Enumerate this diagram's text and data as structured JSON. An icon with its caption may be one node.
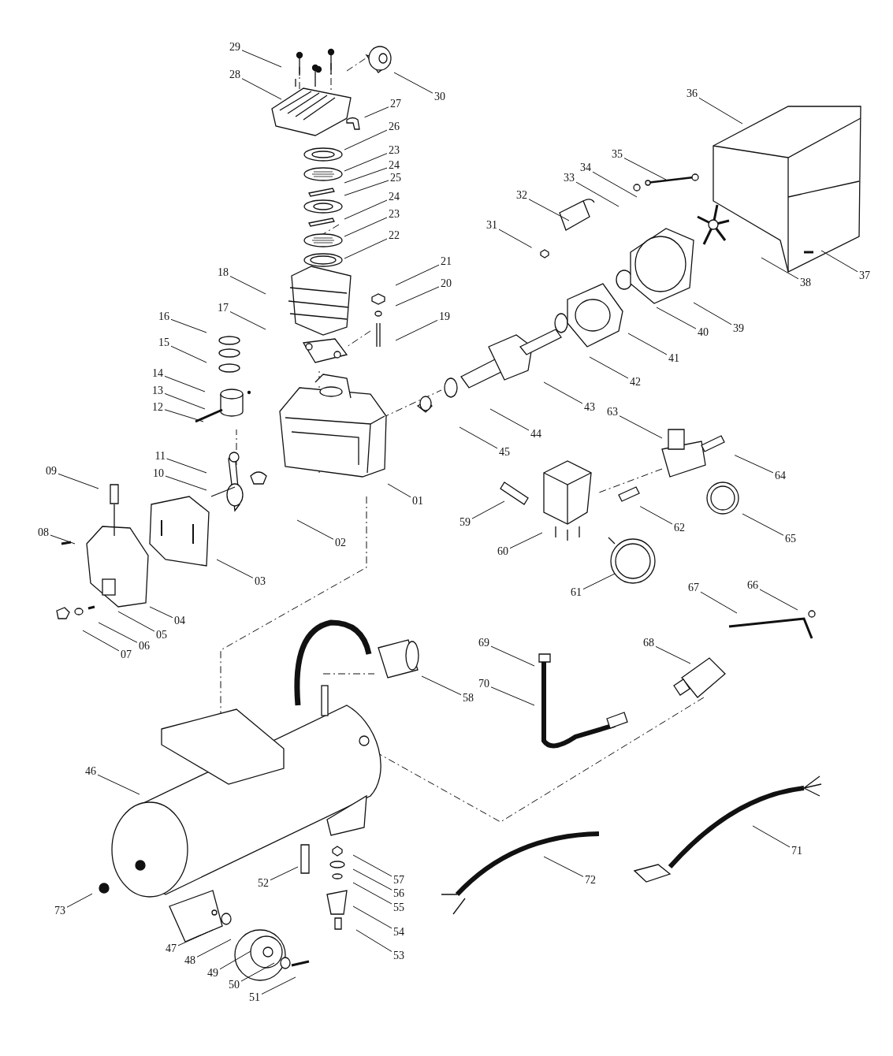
{
  "diagram": {
    "nodes": [
      {
        "text": [
          "29"
        ]
      },
      {
        "text": [
          "28"
        ]
      },
      {
        "text": [
          "30"
        ]
      },
      {
        "text": [
          "27"
        ]
      },
      {
        "text": [
          "26"
        ]
      },
      {
        "text": [
          "23"
        ]
      },
      {
        "text": [
          "24"
        ]
      },
      {
        "text": [
          "25"
        ]
      },
      {
        "text": [
          "24"
        ]
      },
      {
        "text": [
          "23"
        ]
      },
      {
        "text": [
          "22"
        ]
      },
      {
        "text": [
          "21"
        ]
      },
      {
        "text": [
          "20"
        ]
      },
      {
        "text": [
          "19"
        ]
      },
      {
        "text": [
          "18"
        ]
      },
      {
        "text": [
          "17"
        ]
      },
      {
        "text": [
          "16"
        ]
      },
      {
        "text": [
          "15"
        ]
      },
      {
        "text": [
          "14"
        ]
      },
      {
        "text": [
          "13"
        ]
      },
      {
        "text": [
          "12"
        ]
      },
      {
        "text": [
          "11"
        ]
      },
      {
        "text": [
          "10"
        ]
      },
      {
        "text": [
          "09"
        ]
      },
      {
        "text": [
          "08"
        ]
      },
      {
        "text": [
          "01"
        ]
      },
      {
        "text": [
          "02"
        ]
      },
      {
        "text": [
          "03"
        ]
      },
      {
        "text": [
          "04"
        ]
      },
      {
        "text": [
          "05"
        ]
      },
      {
        "text": [
          "06"
        ]
      },
      {
        "text": [
          "07"
        ]
      },
      {
        "text": [
          "36"
        ]
      },
      {
        "text": [
          "35"
        ]
      },
      {
        "text": [
          "34"
        ]
      },
      {
        "text": [
          "33"
        ]
      },
      {
        "text": [
          "32"
        ]
      },
      {
        "text": [
          "31"
        ]
      },
      {
        "text": [
          "37"
        ]
      },
      {
        "text": [
          "38"
        ]
      },
      {
        "text": [
          "39"
        ]
      },
      {
        "text": [
          "40"
        ]
      },
      {
        "text": [
          "41"
        ]
      },
      {
        "text": [
          "42"
        ]
      },
      {
        "text": [
          "43"
        ]
      },
      {
        "text": [
          "44"
        ]
      },
      {
        "text": [
          "45"
        ]
      },
      {
        "text": [
          "63"
        ]
      },
      {
        "text": [
          "64"
        ]
      },
      {
        "text": [
          "59"
        ]
      },
      {
        "text": [
          "60"
        ]
      },
      {
        "text": [
          "62"
        ]
      },
      {
        "text": [
          "65"
        ]
      },
      {
        "text": [
          "61"
        ]
      },
      {
        "text": [
          "67"
        ]
      },
      {
        "text": [
          "66"
        ]
      },
      {
        "text": [
          "68"
        ]
      },
      {
        "text": [
          "69"
        ]
      },
      {
        "text": [
          "70"
        ]
      },
      {
        "text": [
          "58"
        ]
      },
      {
        "text": [
          "46"
        ]
      },
      {
        "text": [
          "52"
        ]
      },
      {
        "text": [
          "57"
        ]
      },
      {
        "text": [
          "56"
        ]
      },
      {
        "text": [
          "55"
        ]
      },
      {
        "text": [
          "54"
        ]
      },
      {
        "text": [
          "53"
        ]
      },
      {
        "text": [
          "47"
        ]
      },
      {
        "text": [
          "48"
        ]
      },
      {
        "text": [
          "49"
        ]
      },
      {
        "text": [
          "50"
        ]
      },
      {
        "text": [
          "51"
        ]
      },
      {
        "text": [
          "72"
        ]
      },
      {
        "text": [
          "71"
        ]
      },
      {
        "text": [
          "73"
        ]
      }
    ],
    "edges": [
      {
        "from": 0,
        "to": null,
        "arrow": "none"
      },
      {
        "from": 1,
        "to": null,
        "arrow": "none"
      },
      {
        "from": 2,
        "to": null,
        "arrow": "none"
      },
      {
        "from": 3,
        "to": null,
        "arrow": "none"
      },
      {
        "from": 4,
        "to": null,
        "arrow": "none"
      },
      {
        "from": 5,
        "to": null,
        "arrow": "none"
      },
      {
        "from": 6,
        "to": null,
        "arrow": "none"
      },
      {
        "from": 7,
        "to": null,
        "arrow": "none"
      },
      {
        "from": 8,
        "to": null,
        "arrow": "none"
      },
      {
        "from": 9,
        "to": null,
        "arrow": "none"
      },
      {
        "from": 10,
        "to": null,
        "arrow": "none"
      },
      {
        "from": 11,
        "to": null,
        "arrow": "none"
      },
      {
        "from": 12,
        "to": null,
        "arrow": "none"
      },
      {
        "from": 13,
        "to": null,
        "arrow": "none"
      },
      {
        "from": 14,
        "to": null,
        "arrow": "none"
      },
      {
        "from": 15,
        "to": null,
        "arrow": "none"
      },
      {
        "from": 16,
        "to": null,
        "arrow": "none"
      },
      {
        "from": 17,
        "to": null,
        "arrow": "none"
      },
      {
        "from": 18,
        "to": null,
        "arrow": "none"
      },
      {
        "from": 19,
        "to": null,
        "arrow": "none"
      },
      {
        "from": 20,
        "to": null,
        "arrow": "none"
      },
      {
        "from": 21,
        "to": null,
        "arrow": "none"
      },
      {
        "from": 22,
        "to": null,
        "arrow": "none"
      },
      {
        "from": 23,
        "to": null,
        "arrow": "none"
      },
      {
        "from": 24,
        "to": null,
        "arrow": "none"
      },
      {
        "from": 25,
        "to": null,
        "arrow": "none"
      },
      {
        "from": 26,
        "to": null,
        "arrow": "none"
      },
      {
        "from": 27,
        "to": null,
        "arrow": "none"
      },
      {
        "from": 28,
        "to": null,
        "arrow": "none"
      },
      {
        "from": 29,
        "to": null,
        "arrow": "none"
      },
      {
        "from": 30,
        "to": null,
        "arrow": "none"
      },
      {
        "from": 31,
        "to": null,
        "arrow": "none"
      },
      {
        "from": 32,
        "to": null,
        "arrow": "none"
      },
      {
        "from": 33,
        "to": null,
        "arrow": "none"
      },
      {
        "from": 34,
        "to": null,
        "arrow": "none"
      },
      {
        "from": 35,
        "to": null,
        "arrow": "none"
      },
      {
        "from": 36,
        "to": null,
        "arrow": "none"
      },
      {
        "from": 37,
        "to": null,
        "arrow": "none"
      },
      {
        "from": 38,
        "to": null,
        "arrow": "none"
      },
      {
        "from": 39,
        "to": null,
        "arrow": "none"
      },
      {
        "from": 40,
        "to": null,
        "arrow": "none"
      },
      {
        "from": 41,
        "to": null,
        "arrow": "none"
      },
      {
        "from": 42,
        "to": null,
        "arrow": "none"
      },
      {
        "from": 43,
        "to": null,
        "arrow": "none"
      },
      {
        "from": 44,
        "to": null,
        "arrow": "none"
      },
      {
        "from": 45,
        "to": null,
        "arrow": "none"
      },
      {
        "from": 46,
        "to": null,
        "arrow": "none"
      },
      {
        "from": 47,
        "to": null,
        "arrow": "none"
      },
      {
        "from": 48,
        "to": null,
        "arrow": "none"
      },
      {
        "from": 49,
        "to": null,
        "arrow": "none"
      },
      {
        "from": 50,
        "to": null,
        "arrow": "none"
      },
      {
        "from": 51,
        "to": null,
        "arrow": "none"
      },
      {
        "from": 52,
        "to": null,
        "arrow": "none"
      },
      {
        "from": 53,
        "to": null,
        "arrow": "none"
      },
      {
        "from": 54,
        "to": null,
        "arrow": "none"
      },
      {
        "from": 55,
        "to": null,
        "arrow": "none"
      },
      {
        "from": 56,
        "to": null,
        "arrow": "none"
      },
      {
        "from": 57,
        "to": null,
        "arrow": "none"
      },
      {
        "from": 58,
        "to": null,
        "arrow": "none"
      },
      {
        "from": 59,
        "to": null,
        "arrow": "none"
      },
      {
        "from": 60,
        "to": null,
        "arrow": "none"
      },
      {
        "from": 61,
        "to": null,
        "arrow": "none"
      },
      {
        "from": 62,
        "to": null,
        "arrow": "none"
      },
      {
        "from": 63,
        "to": null,
        "arrow": "none"
      },
      {
        "from": 64,
        "to": null,
        "arrow": "none"
      },
      {
        "from": 65,
        "to": null,
        "arrow": "none"
      },
      {
        "from": 66,
        "to": null,
        "arrow": "none"
      },
      {
        "from": 67,
        "to": null,
        "arrow": "none"
      },
      {
        "from": 68,
        "to": null,
        "arrow": "none"
      },
      {
        "from": 69,
        "to": null,
        "arrow": "none"
      },
      {
        "from": 70,
        "to": null,
        "arrow": "none"
      },
      {
        "from": 71,
        "to": null,
        "arrow": "none"
      },
      {
        "from": 72,
        "to": null,
        "arrow": "none"
      },
      {
        "from": 73,
        "to": null,
        "arrow": "none"
      },
      {
        "from": 74,
        "to": null,
        "arrow": "none"
      }
    ]
  }
}
